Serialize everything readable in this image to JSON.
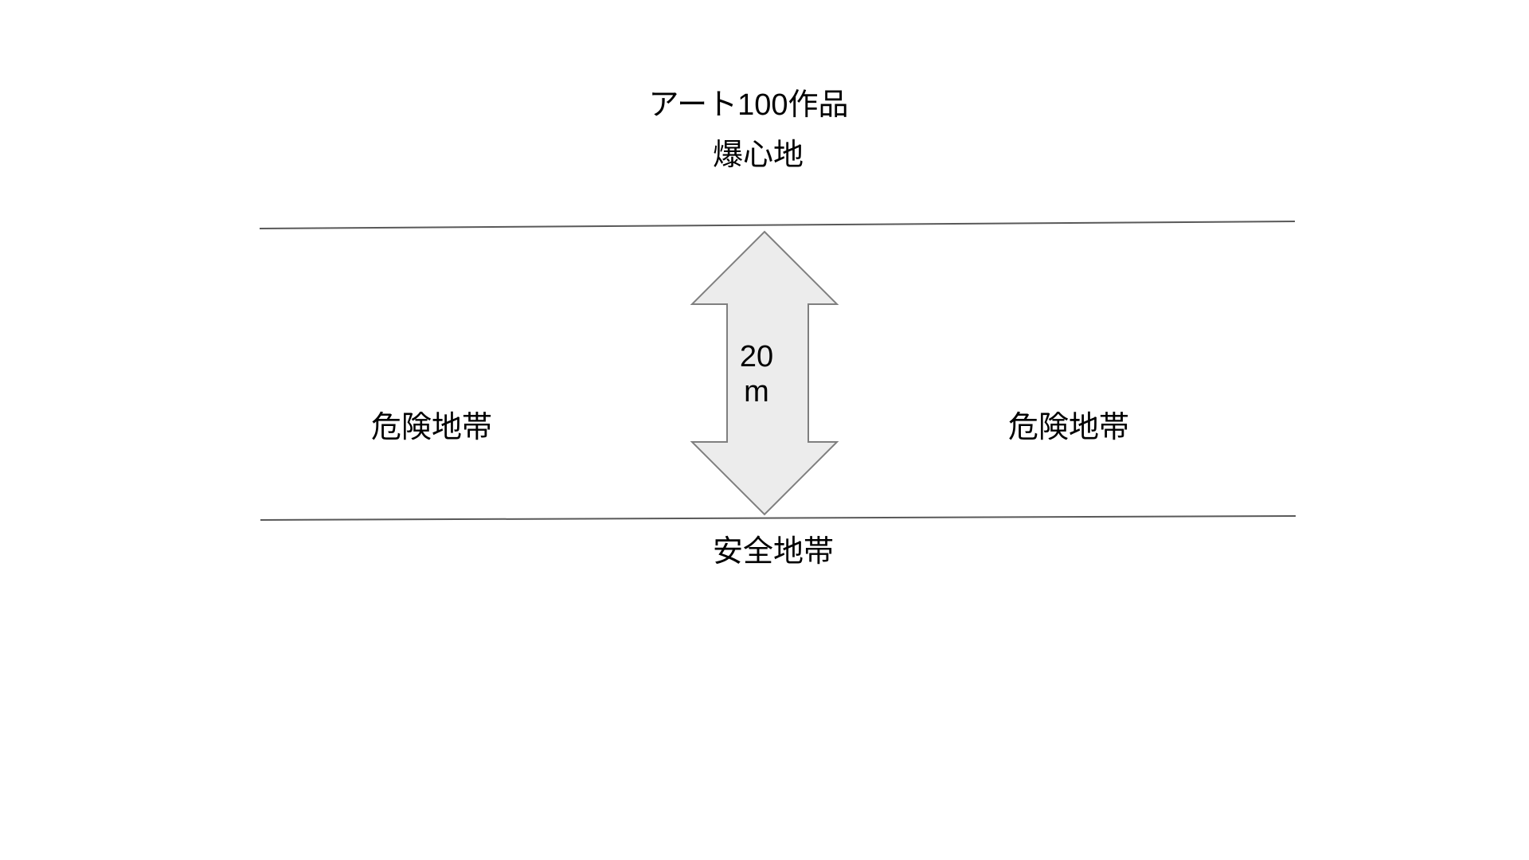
{
  "diagram": {
    "title": "アート100作品",
    "subtitle": "爆心地",
    "danger_zone_left": "危険地帯",
    "danger_zone_right": "危険地帯",
    "safe_zone": "安全地帯",
    "distance": {
      "value": "20",
      "unit": "m"
    },
    "colors": {
      "background": "#ffffff",
      "boundary_line": "#595959",
      "arrow_fill": "#ececec",
      "arrow_stroke": "#7f7f7f",
      "text": "#000000"
    }
  }
}
